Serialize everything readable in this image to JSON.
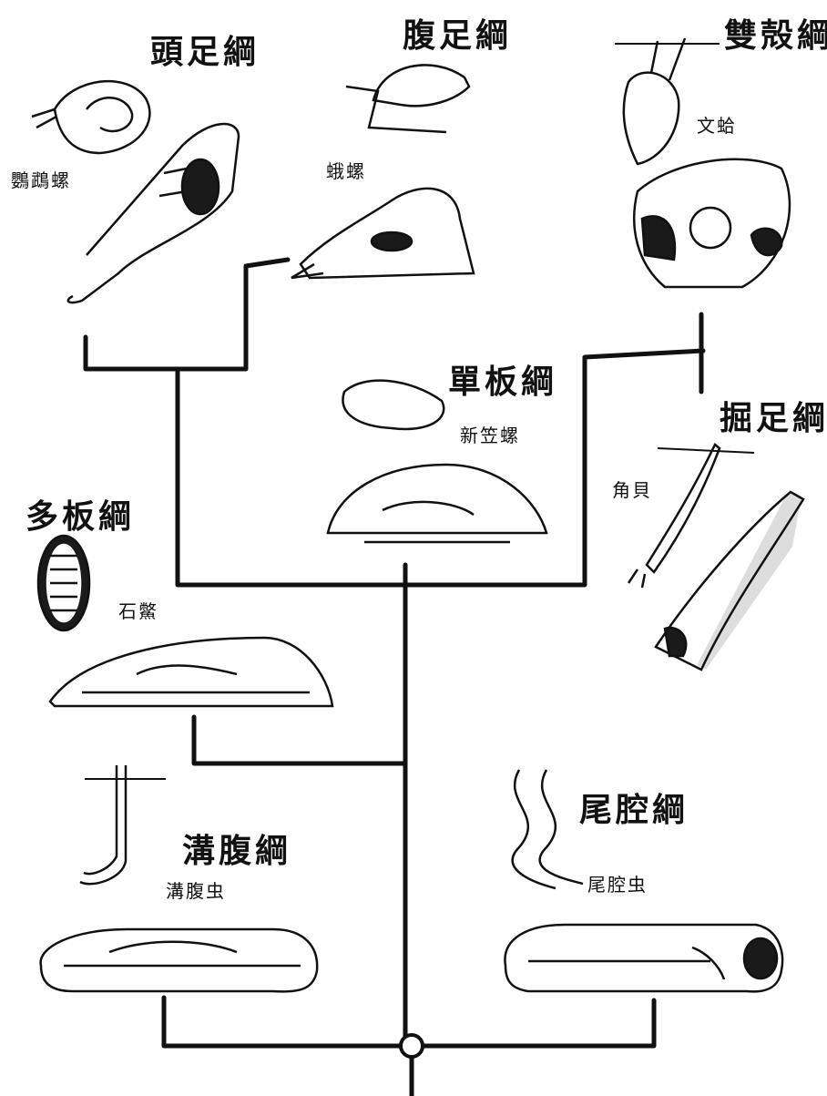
{
  "colors": {
    "line": "#111111",
    "fill_dark": "#1a1a1a",
    "background": "#ffffff"
  },
  "classes": {
    "cephalopoda": {
      "label": "頭足綱",
      "species": "鸚鵡螺"
    },
    "gastropoda": {
      "label": "腹足綱",
      "species": "蛾螺"
    },
    "bivalvia": {
      "label": "雙殻綱",
      "species": "文蛤"
    },
    "monoplacophora": {
      "label": "單板綱",
      "species": "新笠螺"
    },
    "scaphopoda": {
      "label": "掘足綱",
      "species": "角貝"
    },
    "polyplacophora": {
      "label": "多板綱",
      "species": "石鱉"
    },
    "solenogastres": {
      "label": "溝腹綱",
      "species": "溝腹虫"
    },
    "caudofoveata": {
      "label": "尾腔綱",
      "species": "尾腔虫"
    }
  }
}
